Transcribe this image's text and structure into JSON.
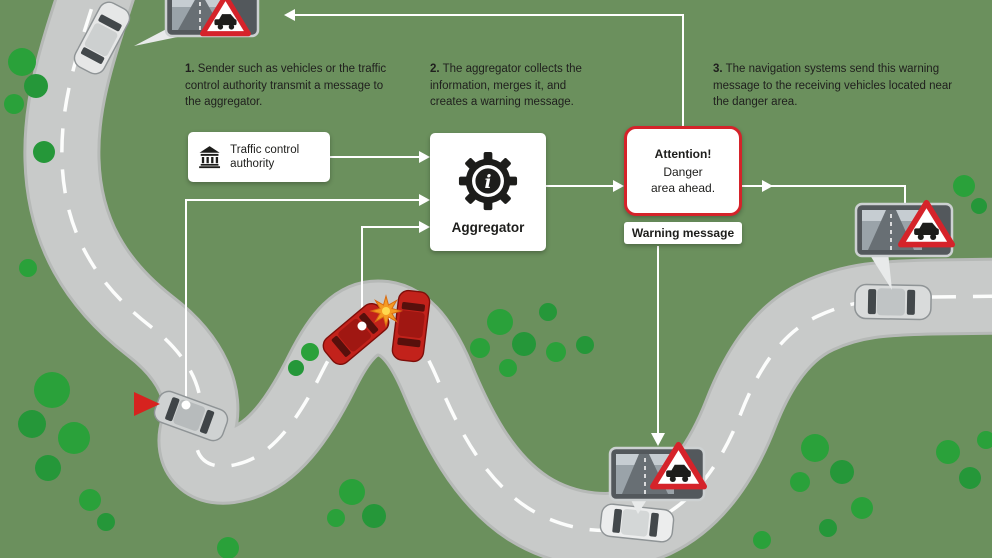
{
  "steps": [
    {
      "num": "1.",
      "text": "Sender such as vehicles or the traffic control authority transmit a message to the aggregator."
    },
    {
      "num": "2.",
      "text": "The aggregator collects the information, merges it, and creates a warning message."
    },
    {
      "num": "3.",
      "text": "The navigation systems send this warning message to the receiving vehicles located near the danger area."
    }
  ],
  "traffic_control": {
    "label": "Traffic control authority"
  },
  "aggregator": {
    "label": "Aggregator",
    "icon_glyph": "i"
  },
  "warning_box": {
    "title": "Attention!",
    "lines": [
      "Danger",
      "area ahead."
    ],
    "caption": "Warning message"
  },
  "icons": {
    "traffic_control": "bank-building-icon",
    "aggregator": "gear-info-icon",
    "danger": "warning-triangle-car-icon",
    "navigation": "nav-display-icon"
  },
  "colors": {
    "background": "#6b905d",
    "road": "#c8cac9",
    "tree_green": "#2aa13a",
    "alert_red": "#d5232a",
    "line_white": "#ffffff"
  }
}
